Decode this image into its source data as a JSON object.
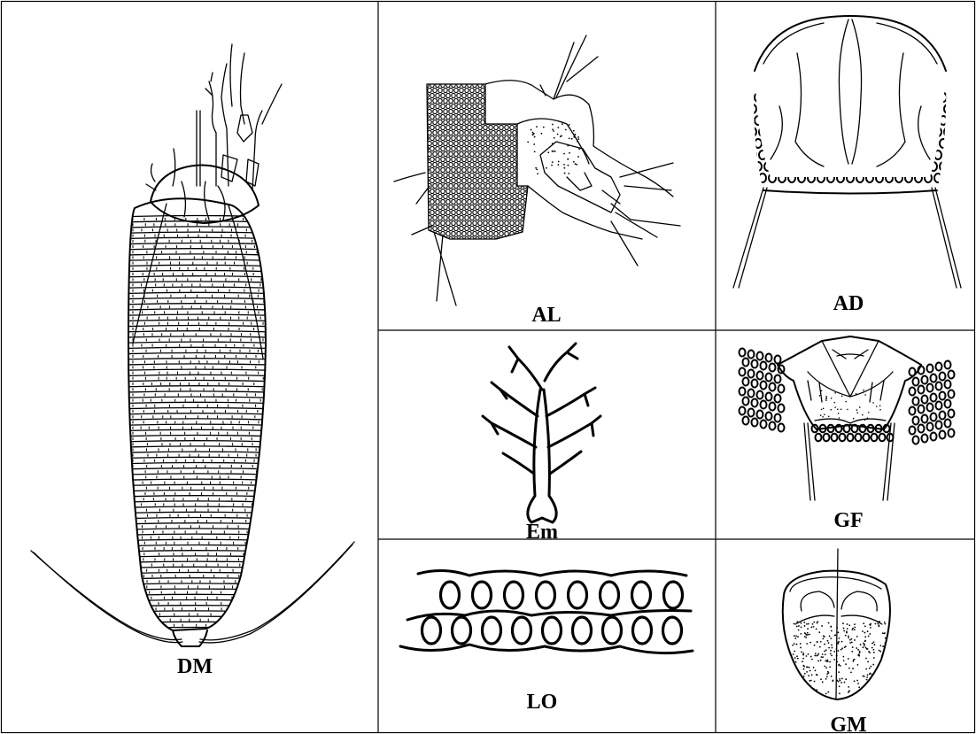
{
  "figure": {
    "panels": [
      {
        "id": "DM",
        "label": "DM"
      },
      {
        "id": "AL",
        "label": "AL"
      },
      {
        "id": "AD",
        "label": "AD"
      },
      {
        "id": "Em",
        "label": "Em"
      },
      {
        "id": "GF",
        "label": "GF"
      },
      {
        "id": "LO",
        "label": "LO"
      },
      {
        "id": "GM",
        "label": "GM"
      }
    ]
  }
}
